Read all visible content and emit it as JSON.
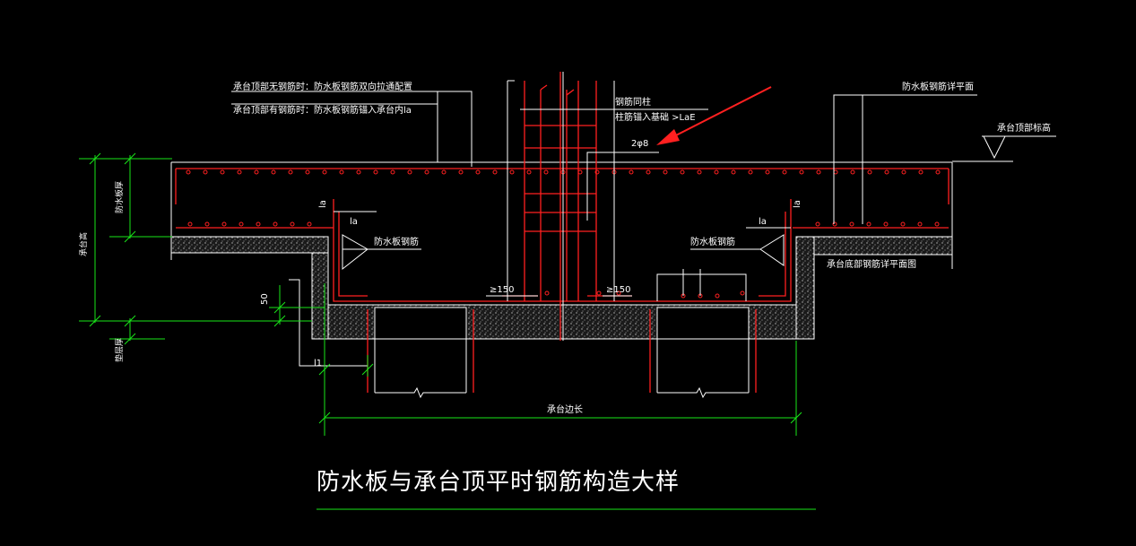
{
  "title": "防水板与承台顶平时钢筋构造大样",
  "labels": {
    "note_top_1": "承台顶部无钢筋时：防水板钢筋双向拉通配置",
    "note_top_2": "承台顶部有钢筋时：防水板钢筋锚入承台内la",
    "column_1": "钢筋同柱",
    "column_2": "柱筋锚入基础 >LaE",
    "stirrup": "2φ8",
    "right_top": "防水板钢筋详平面",
    "elevation": "承台顶部标高",
    "plate_thk": "防水板厚",
    "cap_height": "承台高",
    "cushion_thk": "垫层厚",
    "la_1": "la",
    "la_2": "la",
    "la_3": "la",
    "la_4": "la",
    "wp_bar_left": "防水板钢筋",
    "wp_bar_right": "防水板钢筋",
    "dim_150_left": "≥150",
    "dim_150_right": "≥150",
    "cap_bottom": "承台底部钢筋详平面图",
    "dim_50": "50",
    "l1": "l1",
    "cap_length": "承台边长"
  },
  "colors": {
    "background": "#000000",
    "line_white": "#ffffff",
    "line_green": "#19e619",
    "rebar_red": "#ff2020",
    "arrow_red": "#ff2020"
  }
}
